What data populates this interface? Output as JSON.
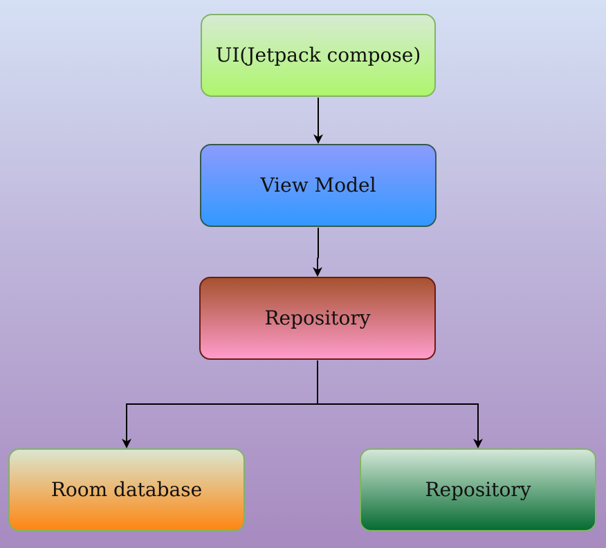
{
  "nodes": {
    "ui": {
      "label": "UI(Jetpack compose)"
    },
    "view_model": {
      "label": "View Model"
    },
    "repository": {
      "label": "Repository"
    },
    "room_database": {
      "label": "Room database"
    },
    "remote_repository": {
      "label": "Repository"
    }
  },
  "edges": [
    {
      "from": "UI(Jetpack compose)",
      "to": "View Model"
    },
    {
      "from": "View Model",
      "to": "Repository"
    },
    {
      "from": "Repository",
      "to": "Room database"
    },
    {
      "from": "Repository",
      "to": "Repository"
    }
  ]
}
